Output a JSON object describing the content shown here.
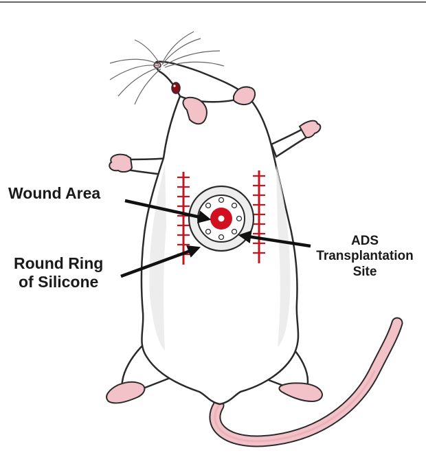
{
  "labels": {
    "wound_area": "Wound Area",
    "ring_line1": "Round Ring",
    "ring_line2": "of Silicone",
    "ads_line1": "ADS",
    "ads_line2": "Transplantation",
    "ads_line3": "Site"
  },
  "colors": {
    "wound_red": "#d0101e",
    "suture_red": "#c8141e",
    "outline": "#2a2a2a",
    "fur_shade": "#e9e9ea",
    "skin_pink": "#f2c2c8",
    "ring_fill": "#ededed",
    "arrow": "#111111"
  }
}
